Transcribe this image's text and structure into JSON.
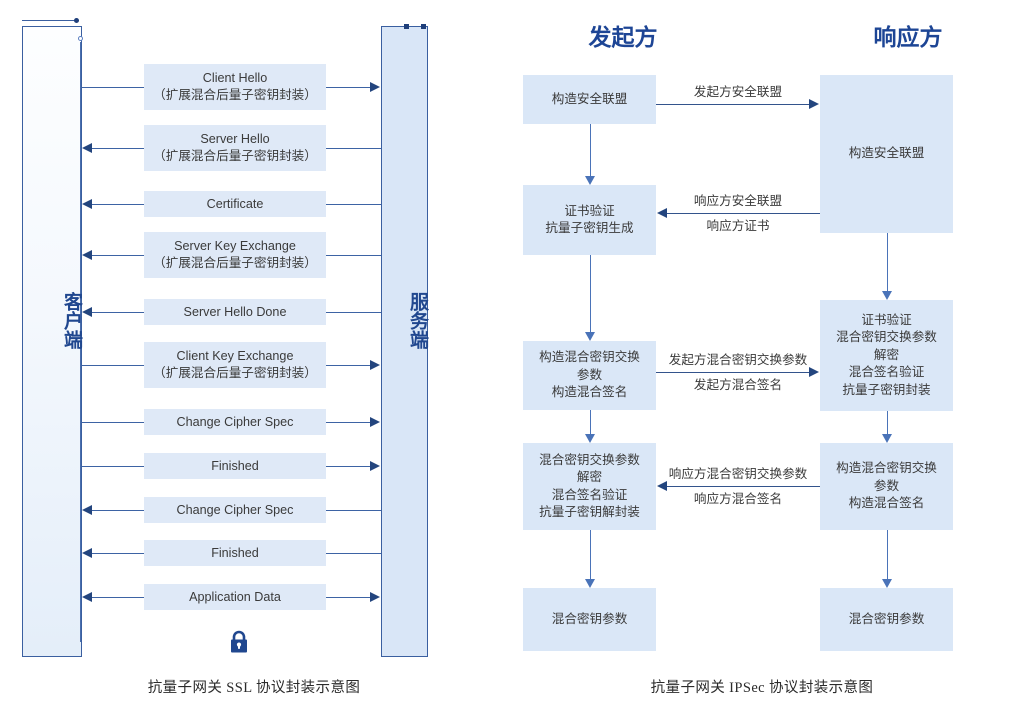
{
  "ssl": {
    "caption": "抗量子网关 SSL 协议封装示意图",
    "client_label": "客户端",
    "server_label": "服务端",
    "lock_icon": "padlock-icon",
    "messages": [
      {
        "title": "Client Hello",
        "sub": "（扩展混合后量子密钥封装）",
        "dir": "right"
      },
      {
        "title": "Server Hello",
        "sub": "（扩展混合后量子密钥封装）",
        "dir": "left"
      },
      {
        "title": "Certificate",
        "sub": "",
        "dir": "left"
      },
      {
        "title": "Server Key Exchange",
        "sub": "（扩展混合后量子密钥封装）",
        "dir": "left"
      },
      {
        "title": "Server Hello Done",
        "sub": "",
        "dir": "left"
      },
      {
        "title": "Client Key Exchange",
        "sub": "（扩展混合后量子密钥封装）",
        "dir": "right"
      },
      {
        "title": "Change Cipher Spec",
        "sub": "",
        "dir": "right"
      },
      {
        "title": "Finished",
        "sub": "",
        "dir": "right"
      },
      {
        "title": "Change Cipher Spec",
        "sub": "",
        "dir": "left"
      },
      {
        "title": "Finished",
        "sub": "",
        "dir": "left"
      },
      {
        "title": "Application Data",
        "sub": "",
        "dir": "both"
      }
    ]
  },
  "ipsec": {
    "caption": "抗量子网关 IPSec 协议封装示意图",
    "initiator_title": "发起方",
    "responder_title": "响应方",
    "initiator_steps": [
      {
        "lines": [
          "构造安全联盟"
        ]
      },
      {
        "lines": [
          "证书验证",
          "抗量子密钥生成"
        ]
      },
      {
        "lines": [
          "构造混合密钥交换",
          "参数",
          "构造混合签名"
        ]
      },
      {
        "lines": [
          "混合密钥交换参数",
          "解密",
          "混合签名验证",
          "抗量子密钥解封装"
        ]
      },
      {
        "lines": [
          "混合密钥参数"
        ]
      }
    ],
    "responder_steps": [
      {
        "lines": [
          "构造安全联盟"
        ]
      },
      {
        "lines": [
          "证书验证",
          "混合密钥交换参数",
          "解密",
          "混合签名验证",
          "抗量子密钥封装"
        ]
      },
      {
        "lines": [
          "构造混合密钥交换",
          "参数",
          "构造混合签名"
        ]
      },
      {
        "lines": [
          "混合密钥参数"
        ]
      }
    ],
    "transitions": [
      {
        "dir": "right",
        "top": "发起方安全联盟",
        "bottom": ""
      },
      {
        "dir": "left",
        "top": "响应方安全联盟",
        "bottom": "响应方证书"
      },
      {
        "dir": "right",
        "top": "发起方混合密钥交换参数",
        "bottom": "发起方混合签名"
      },
      {
        "dir": "left",
        "top": "响应方混合密钥交换参数",
        "bottom": "响应方混合签名"
      }
    ]
  },
  "colors": {
    "box_fill": "#dfe9f7",
    "line": "#33538c",
    "accent_title": "#1d4595",
    "lifeline_border": "#3a5fa0"
  }
}
